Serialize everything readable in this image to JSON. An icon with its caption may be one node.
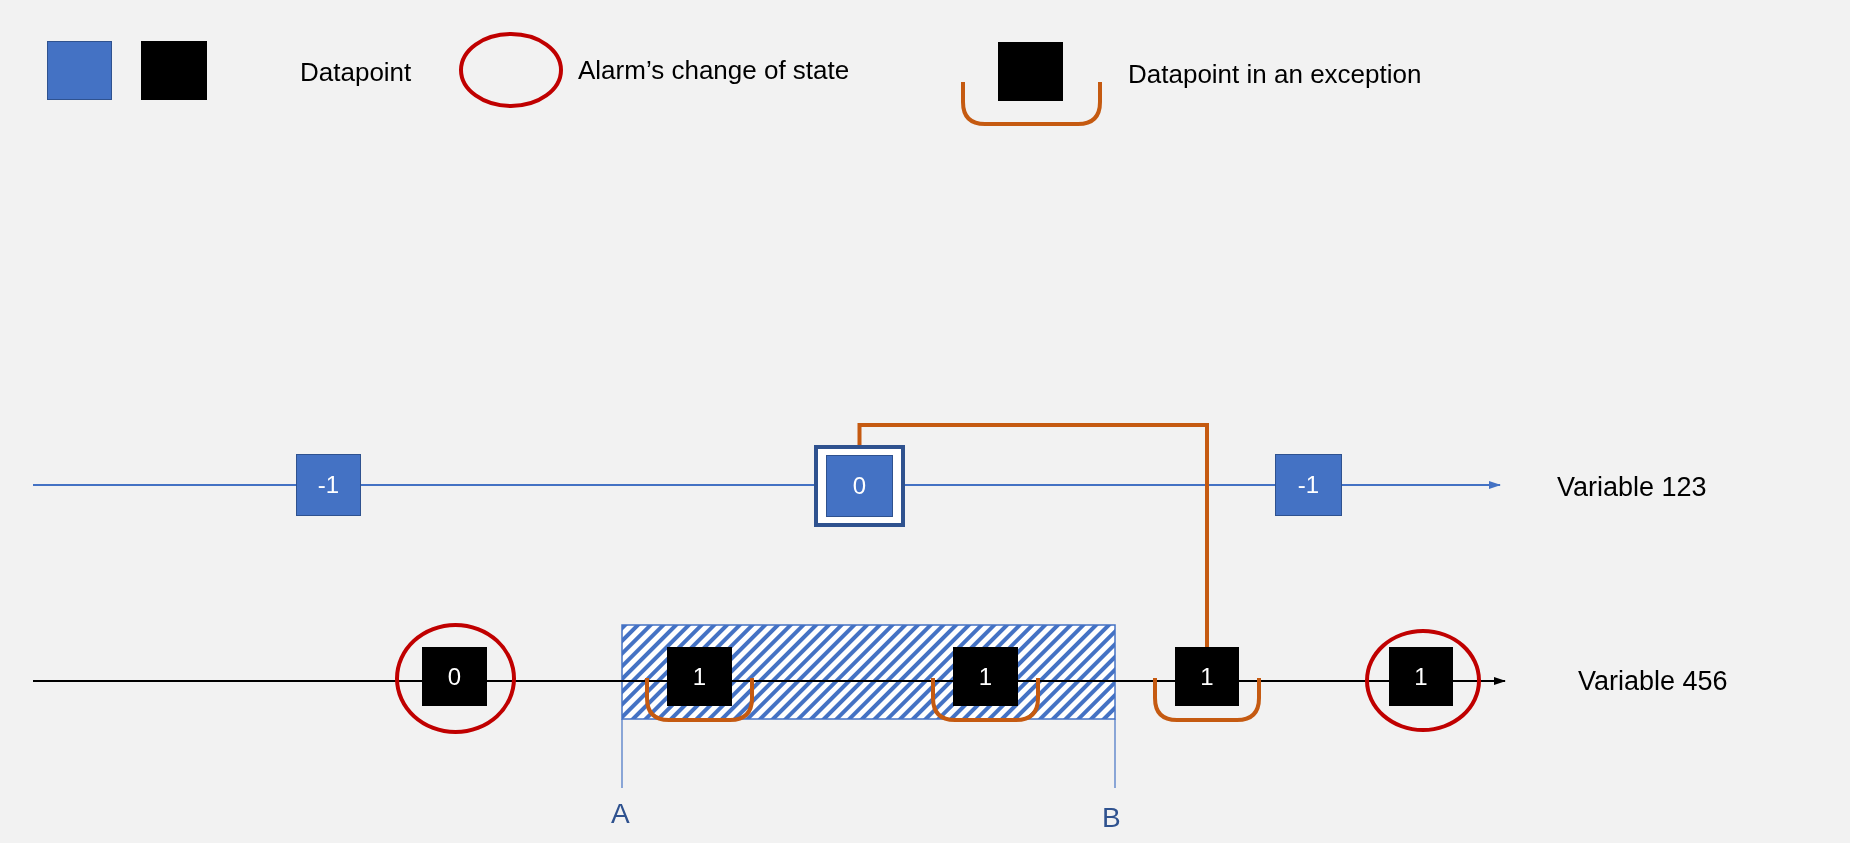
{
  "diagram": {
    "nodes": [
      {
        "text": [
          "-1"
        ]
      },
      {
        "text": [],
        "shape": "box"
      },
      {
        "text": [
          "0"
        ],
        "in": 1
      },
      {
        "text": [
          "-1"
        ]
      },
      {
        "text": [],
        "shape": "circle"
      },
      {
        "text": [
          "0"
        ],
        "in": 4
      },
      {
        "text": [
          "1"
        ]
      },
      {
        "text": [
          "1"
        ]
      },
      {
        "text": [
          "1"
        ]
      },
      {
        "text": [],
        "shape": "circle"
      },
      {
        "text": [
          "1"
        ],
        "in": 9
      }
    ],
    "edges": [
      {
        "from": 1,
        "to": 8,
        "arrow": "none",
        "color": "#c55a11"
      }
    ],
    "labels": [
      "Variable 123",
      "Variable 456",
      "A",
      "B"
    ],
    "legend": [
      {
        "text": "Datapoint",
        "color": "#4472c4"
      },
      {
        "text": "Alarm’s change of state"
      },
      {
        "text": "Datapoint in an exception"
      }
    ]
  }
}
